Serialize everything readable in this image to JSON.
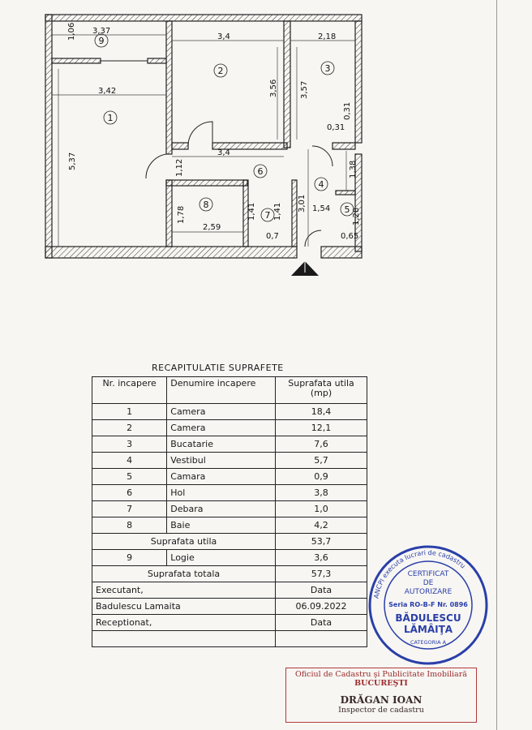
{
  "floor_plan": {
    "rooms": [
      "1",
      "2",
      "3",
      "4",
      "5",
      "6",
      "7",
      "8",
      "9"
    ],
    "dimensions": [
      "3,37",
      "1,06",
      "3,4",
      "2,18",
      "3,42",
      "3,56",
      "3,57",
      "0,31",
      "0,31",
      "5,37",
      "3,4",
      "1,12",
      "1,38",
      "3,01",
      "1,54",
      "1,28",
      "1,78",
      "1,41",
      "1,41",
      "2,59",
      "0,7",
      "0,65"
    ]
  },
  "summary": {
    "title": "RECAPITULATIE SUPRAFETE",
    "headers": {
      "nr": "Nr. incapere",
      "denumire": "Denumire incapere",
      "suprafata": "Suprafata utila (mp)"
    },
    "rows": [
      {
        "nr": "1",
        "name": "Camera",
        "area": "18,4"
      },
      {
        "nr": "2",
        "name": "Camera",
        "area": "12,1"
      },
      {
        "nr": "3",
        "name": "Bucatarie",
        "area": "7,6"
      },
      {
        "nr": "4",
        "name": "Vestibul",
        "area": "5,7"
      },
      {
        "nr": "5",
        "name": "Camara",
        "area": "0,9"
      },
      {
        "nr": "6",
        "name": "Hol",
        "area": "3,8"
      },
      {
        "nr": "7",
        "name": "Debara",
        "area": "1,0"
      },
      {
        "nr": "8",
        "name": "Baie",
        "area": "4,2"
      }
    ],
    "util": {
      "label": "Suprafata utila",
      "value": "53,7"
    },
    "logie": {
      "nr": "9",
      "name": "Logie",
      "area": "3,6"
    },
    "total": {
      "label": "Suprafata totala",
      "value": "57,3"
    },
    "executant": {
      "label": "Executant,",
      "data_label": "Data",
      "name": "Badulescu Lamaita",
      "date": "06.09.2022"
    },
    "receptionat": {
      "label": "Receptionat,",
      "data_label": "Data"
    }
  },
  "stamp_round": {
    "ring": "ANCPI executa lucrari de cadastru",
    "l1": "CERTIFICAT",
    "l2": "DE",
    "l3": "AUTORIZARE",
    "l4": "Seria RO-B-F Nr. 0896",
    "l5": "BĂDULESCU",
    "l6": "LĂMÂIŢA",
    "l7": "CATEGORIA A",
    "color": "#2a3fa8"
  },
  "stamp_rect": {
    "l1": "Oficiul de Cadastru şi Publicitate Imobiliară",
    "l2": "BUCUREŞTI",
    "l3": "DRĂGAN IOAN",
    "l4": "Inspector de cadastru",
    "color": "#b03a3a"
  }
}
